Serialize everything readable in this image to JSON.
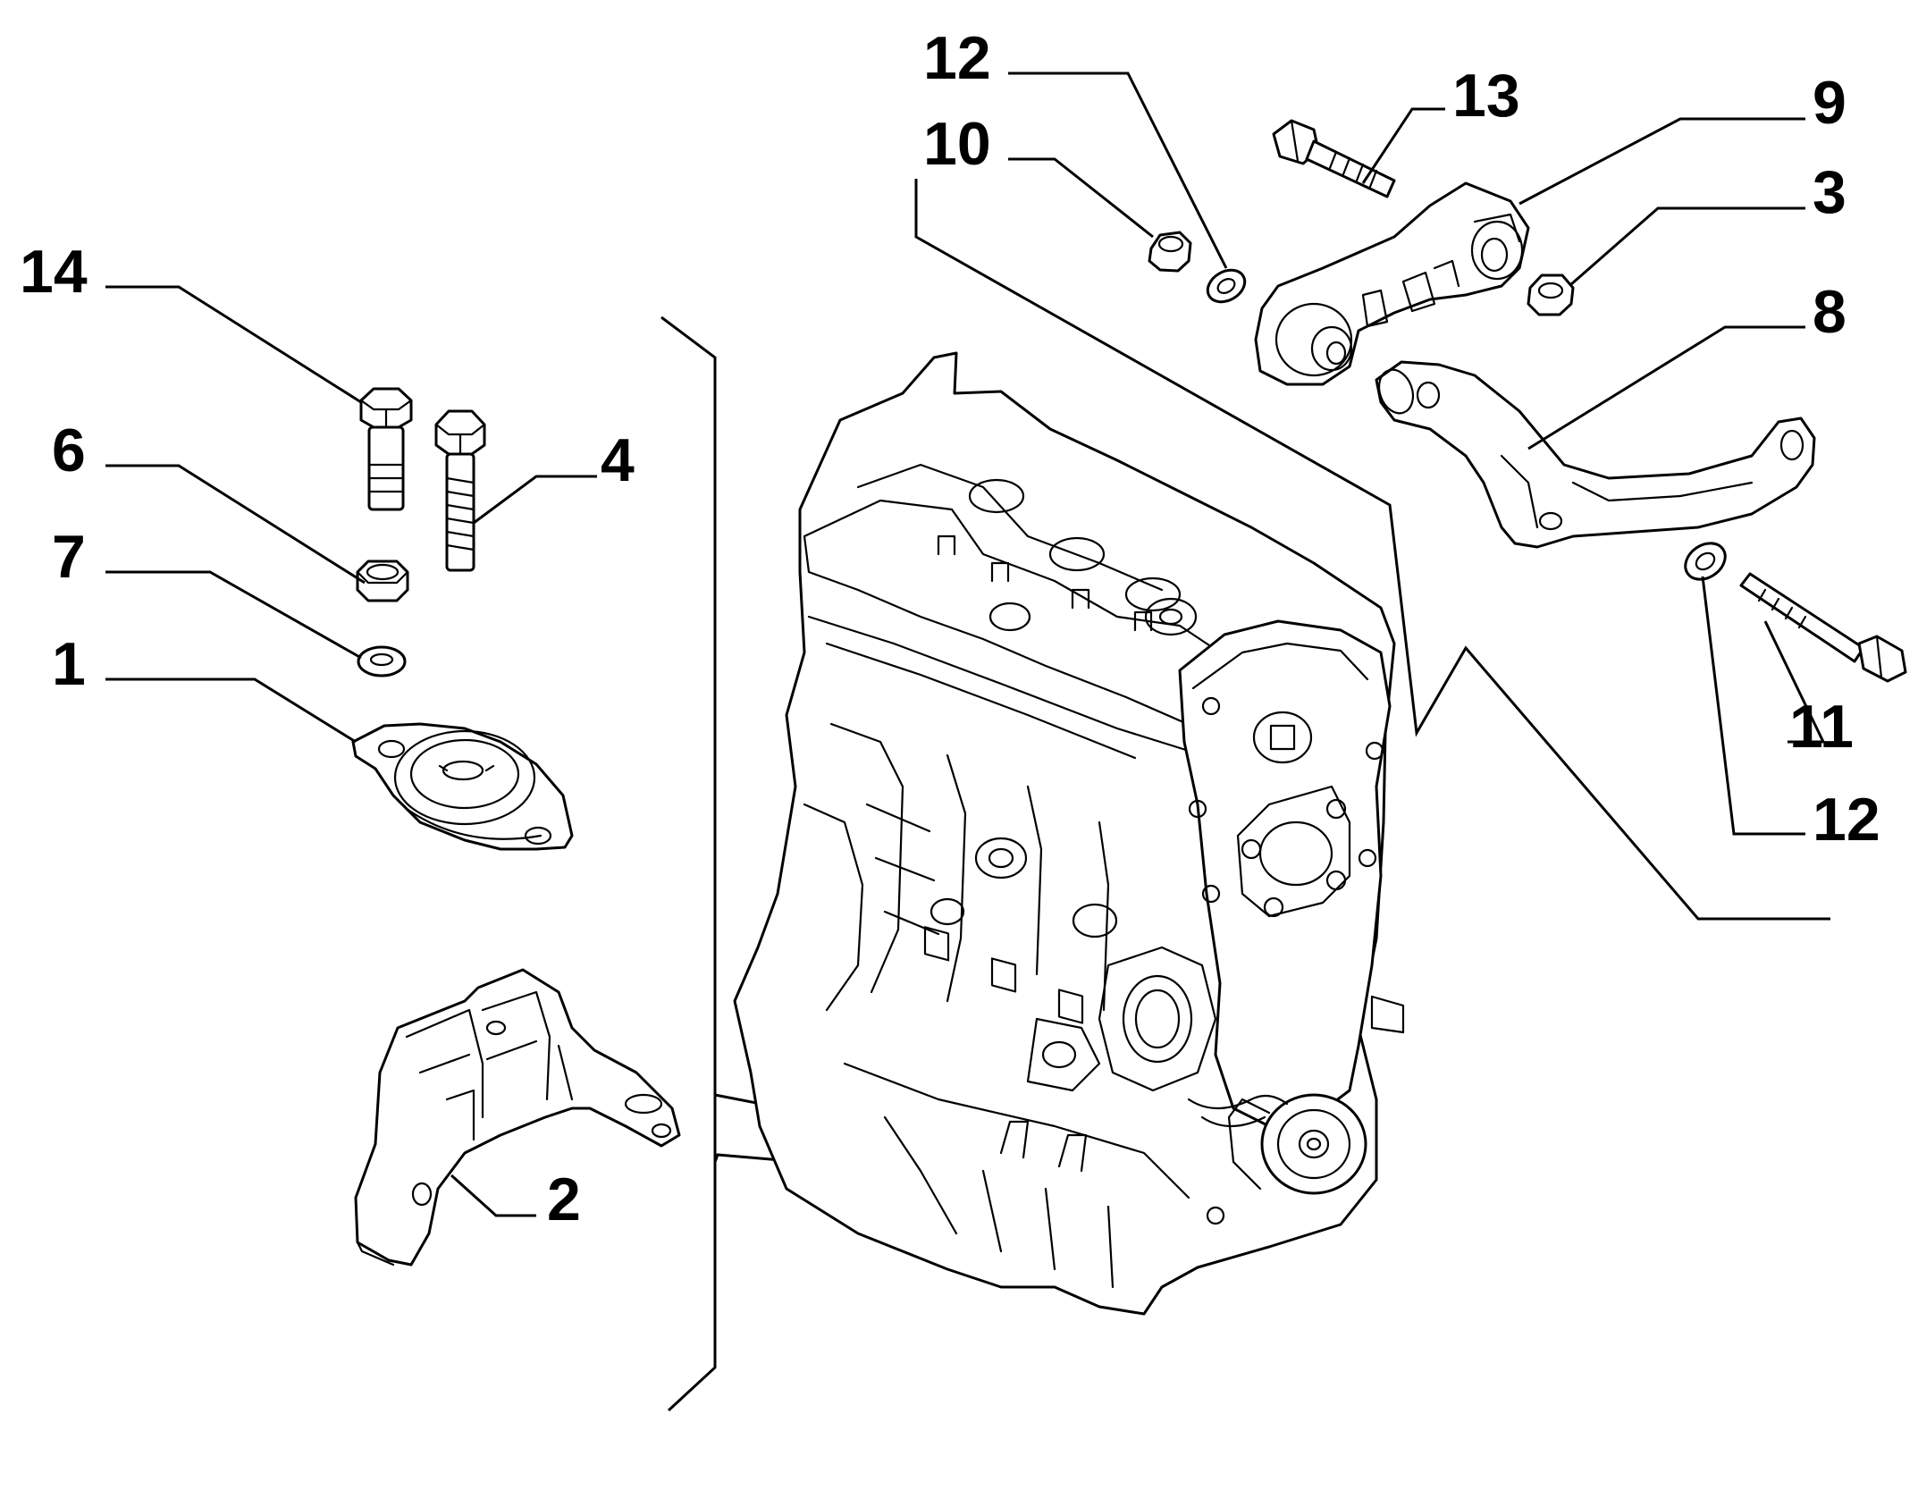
{
  "callouts": [
    {
      "id": "c12a",
      "label": "12"
    },
    {
      "id": "c10",
      "label": "10"
    },
    {
      "id": "c13",
      "label": "13"
    },
    {
      "id": "c9",
      "label": "9"
    },
    {
      "id": "c3",
      "label": "3"
    },
    {
      "id": "c8",
      "label": "8"
    },
    {
      "id": "c14",
      "label": "14"
    },
    {
      "id": "c6",
      "label": "6"
    },
    {
      "id": "c4",
      "label": "4"
    },
    {
      "id": "c7",
      "label": "7"
    },
    {
      "id": "c1",
      "label": "1"
    },
    {
      "id": "c11",
      "label": "11"
    },
    {
      "id": "c12b",
      "label": "12"
    },
    {
      "id": "c2",
      "label": "2"
    }
  ],
  "colors": {
    "ink": "#000000",
    "paper": "#ffffff"
  }
}
